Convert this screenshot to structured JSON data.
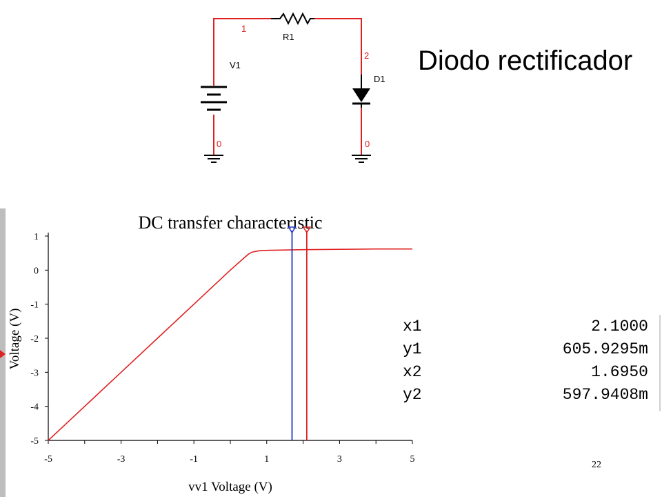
{
  "slide": {
    "title": "Diodo rectificador",
    "page_number": "22"
  },
  "schematic": {
    "source_label": "V1",
    "resistor_label": "R1",
    "diode_label": "D1",
    "node_labels": [
      "1",
      "2",
      "0",
      "0"
    ],
    "wire_color": "#e02020",
    "part_color": "#000000"
  },
  "chart_data": {
    "type": "line",
    "title": "DC transfer characteristic",
    "xlabel": "vv1 Voltage (V)",
    "ylabel": "Voltage (V)",
    "xlim": [
      -5,
      5
    ],
    "ylim": [
      -5,
      1
    ],
    "xticks": [
      "-5",
      "-4",
      "-3",
      "-2",
      "-1",
      "0",
      "1",
      "2",
      "3",
      "4",
      "5"
    ],
    "xtick_labels_shown": [
      "-5",
      "-3",
      "-1",
      "1",
      "3",
      "5"
    ],
    "yticks": [
      "1",
      "0",
      "-1",
      "-2",
      "-3",
      "-4",
      "-5"
    ],
    "grid": false,
    "series": [
      {
        "color": "#e02020",
        "x": [
          -5,
          -4,
          -3,
          -2,
          -1,
          0,
          0.4,
          0.5,
          0.6,
          0.8,
          1,
          2,
          3,
          4,
          5
        ],
        "y": [
          -5,
          -4,
          -3,
          -2,
          -1,
          0,
          0.38,
          0.47,
          0.53,
          0.57,
          0.58,
          0.6,
          0.61,
          0.62,
          0.62
        ]
      }
    ],
    "cursors": [
      {
        "name": "x2",
        "x": 1.695,
        "color": "#2233cc"
      },
      {
        "name": "x1",
        "x": 2.1,
        "color": "#e02020"
      }
    ]
  },
  "cursor_readout": [
    {
      "label": "x1",
      "value": "2.1000"
    },
    {
      "label": "y1",
      "value": "605.9295m"
    },
    {
      "label": "x2",
      "value": "1.6950"
    },
    {
      "label": "y2",
      "value": "597.9408m"
    }
  ],
  "colors": {
    "marker": "#d22222",
    "edge_bar": "#bdbdbd"
  }
}
